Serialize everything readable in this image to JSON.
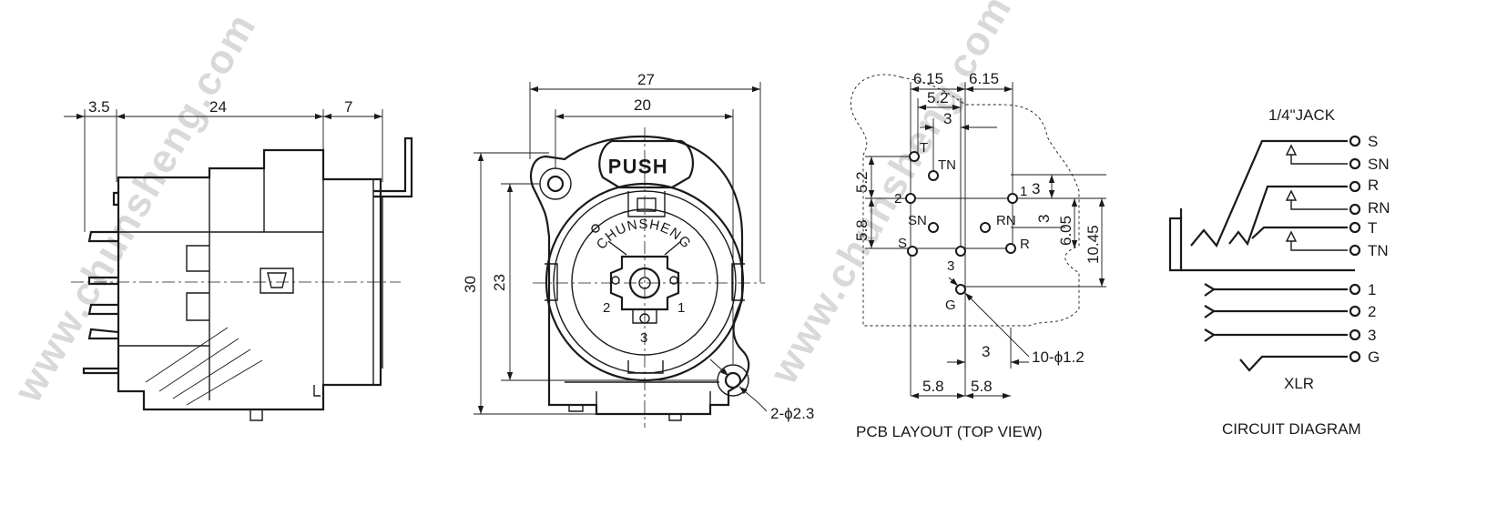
{
  "watermark": "www.chunsheng.com",
  "side_view": {
    "dims": {
      "left": "3.5",
      "middle": "24",
      "right": "7"
    }
  },
  "front_view": {
    "dims": {
      "width_outer": "27",
      "width_inner": "20",
      "height_outer": "30",
      "height_inner": "23",
      "hole": "2-ϕ2.3"
    },
    "push_label": "PUSH",
    "brand": "CHUNSHENG",
    "pins": [
      "1",
      "2",
      "3"
    ]
  },
  "pcb_layout": {
    "caption": "PCB LAYOUT (TOP VIEW)",
    "dims": {
      "top_left": "6.15",
      "top_right": "6.15",
      "top_inner": "5.2",
      "top_small": "3",
      "left_upper": "5.2",
      "left_lower": "5.8",
      "right_a": "3",
      "right_b": "6.05",
      "right_c": "10.45",
      "right_small": "3",
      "bottom_small": "3",
      "bottom_left": "5.8",
      "bottom_right": "5.8",
      "holes": "10-ϕ1.2"
    },
    "pads": [
      "T",
      "TN",
      "2",
      "1",
      "SN",
      "RN",
      "S",
      "R",
      "3",
      "G"
    ]
  },
  "circuit": {
    "caption": "CIRCUIT DIAGRAM",
    "jack_title": "1/4\"JACK",
    "xlr_title": "XLR",
    "jack_pins": [
      "S",
      "SN",
      "R",
      "RN",
      "T",
      "TN"
    ],
    "xlr_pins": [
      "1",
      "2",
      "3",
      "G"
    ]
  }
}
